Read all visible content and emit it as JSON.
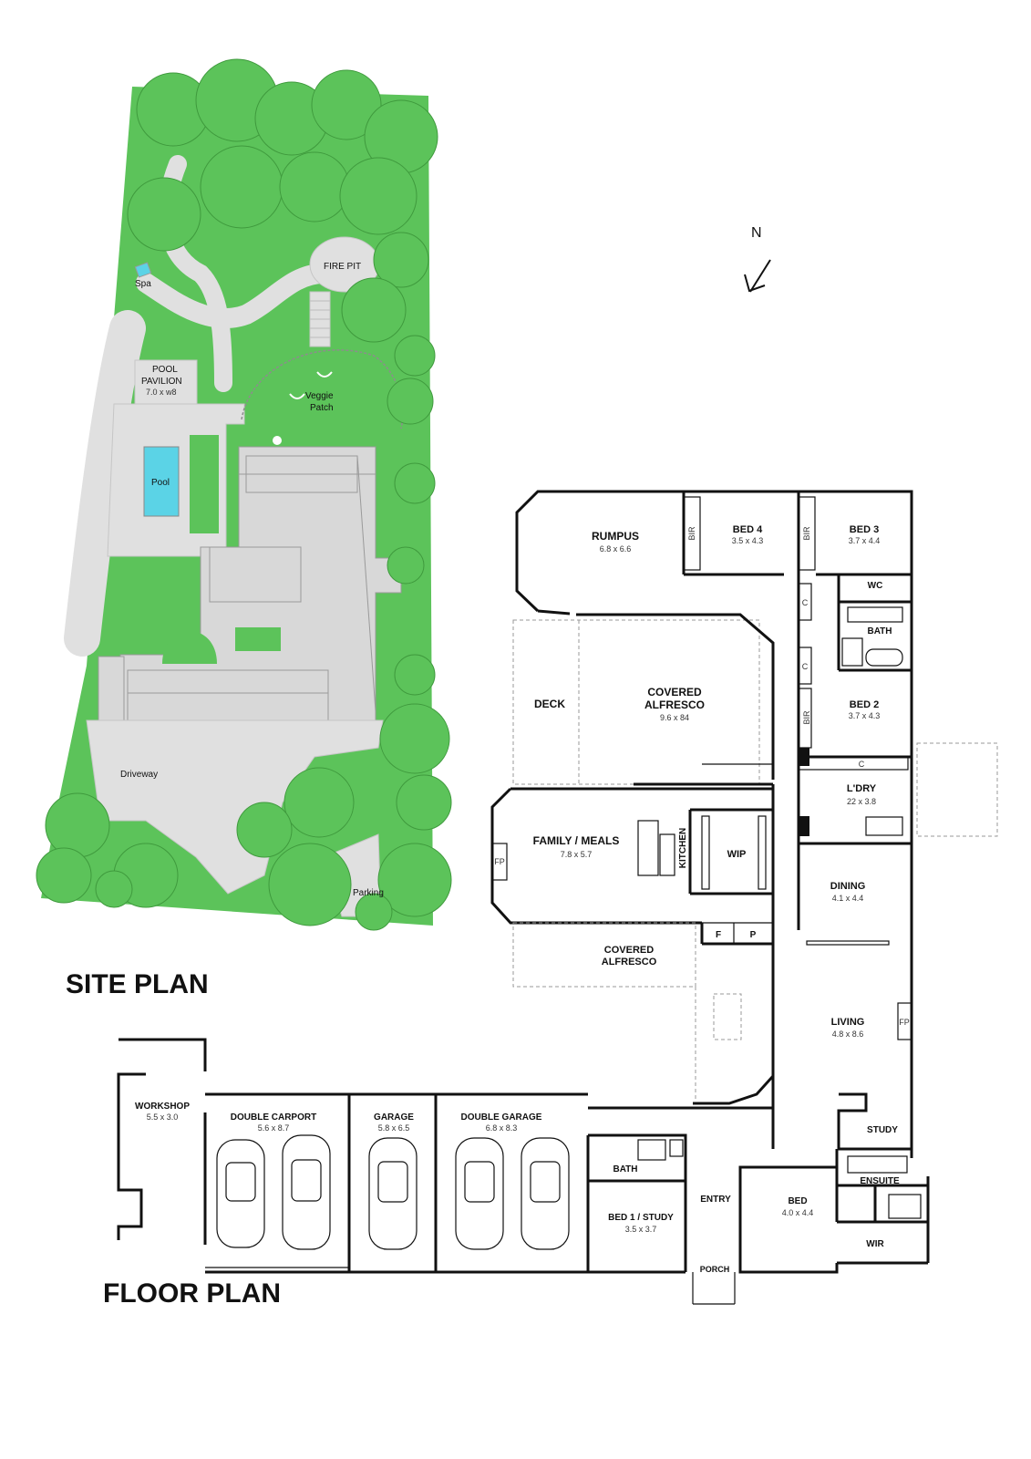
{
  "headings": {
    "site_plan": "SITE PLAN",
    "floor_plan": "FLOOR PLAN"
  },
  "compass": {
    "label": "N"
  },
  "site_labels": {
    "spa": "Spa",
    "fire_pit": "FIRE PIT",
    "pool_pavilion_1": "POOL",
    "pool_pavilion_2": "PAVILION",
    "pool_pavilion_dim": "7.0 x w8",
    "veggie_1": "Veggie",
    "veggie_2": "Patch",
    "pool": "Pool",
    "driveway": "Driveway",
    "parking": "Parking"
  },
  "rooms": {
    "rumpus": {
      "name": "RUMPUS",
      "dim": "6.8 x 6.6"
    },
    "bed4": {
      "name": "BED 4",
      "dim": "3.5 x 4.3"
    },
    "bed3": {
      "name": "BED 3",
      "dim": "3.7 x 4.4"
    },
    "wc": {
      "name": "WC"
    },
    "bath_top": {
      "name": "BATH"
    },
    "deck": {
      "name": "DECK"
    },
    "covered_alfresco_1": {
      "name1": "COVERED",
      "name2": "ALFRESCO",
      "dim": "9.6 x 84"
    },
    "bed2": {
      "name": "BED 2",
      "dim": "3.7 x 4.3"
    },
    "ldry": {
      "name": "L'DRY",
      "dim": "22 x 3.8"
    },
    "family": {
      "name": "FAMILY / MEALS",
      "dim": "7.8 x 5.7"
    },
    "kitchen": {
      "name": "KITCHEN"
    },
    "wip": {
      "name": "WIP"
    },
    "dining": {
      "name": "DINING",
      "dim": "4.1 x 4.4"
    },
    "covered_alfresco_2": {
      "name1": "COVERED",
      "name2": "ALFRESCO"
    },
    "living": {
      "name": "LIVING",
      "dim": "4.8 x 8.6"
    },
    "workshop": {
      "name": "WORKSHOP",
      "dim": "5.5 x 3.0"
    },
    "double_carport": {
      "name": "DOUBLE CARPORT",
      "dim": "5.6 x 8.7"
    },
    "garage": {
      "name": "GARAGE",
      "dim": "5.8 x 6.5"
    },
    "double_garage": {
      "name": "DOUBLE GARAGE",
      "dim": "6.8 x 8.3"
    },
    "bath_bottom": {
      "name": "BATH"
    },
    "bed1": {
      "name": "BED 1 / STUDY",
      "dim": "3.5 x 3.7"
    },
    "entry": {
      "name": "ENTRY"
    },
    "porch": {
      "name": "PORCH"
    },
    "bed_main": {
      "name": "BED",
      "dim": "4.0 x 4.4"
    },
    "study": {
      "name": "STUDY"
    },
    "ensuite": {
      "name": "ENSUITE"
    },
    "wir": {
      "name": "WIR"
    }
  },
  "fixtures": {
    "bir": "BIR",
    "c": "C",
    "fp": "FP",
    "f": "F",
    "p": "P"
  }
}
